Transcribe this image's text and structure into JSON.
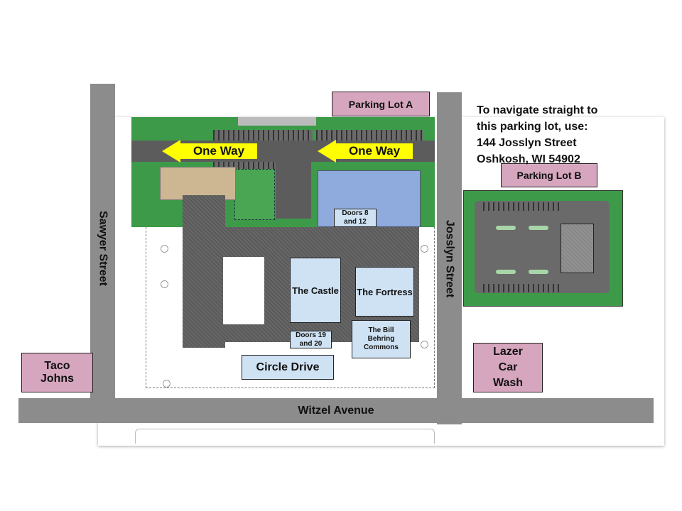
{
  "streets": {
    "sawyer": "Sawyer Street",
    "josslyn": "Josslyn Street",
    "witzel": "Witzel Avenue"
  },
  "one_way": [
    "One Way",
    "One Way"
  ],
  "labels": {
    "parking_lot_a": "Parking Lot A",
    "parking_lot_b": "Parking Lot B",
    "taco_johns": "Taco Johns",
    "lazer_car_wash": "Lazer Car Wash",
    "circle_drive": "Circle Drive",
    "castle": "The Castle",
    "fortress": "The Fortress",
    "commons": "The Bill Behring Commons",
    "doors_8_12": "Doors 8 and 12",
    "doors_19_20": "Doors 19 and 20"
  },
  "navigation_note": {
    "line1": "To navigate straight to",
    "line2": "this parking lot, use:",
    "line3": "144 Josslyn Street",
    "line4": "Oshkosh, WI 54902"
  },
  "colors": {
    "label_pink": "#d5a6bd",
    "label_blue": "#cfe2f3",
    "arrow": "#ffff00",
    "grass": "#3d9a48"
  }
}
